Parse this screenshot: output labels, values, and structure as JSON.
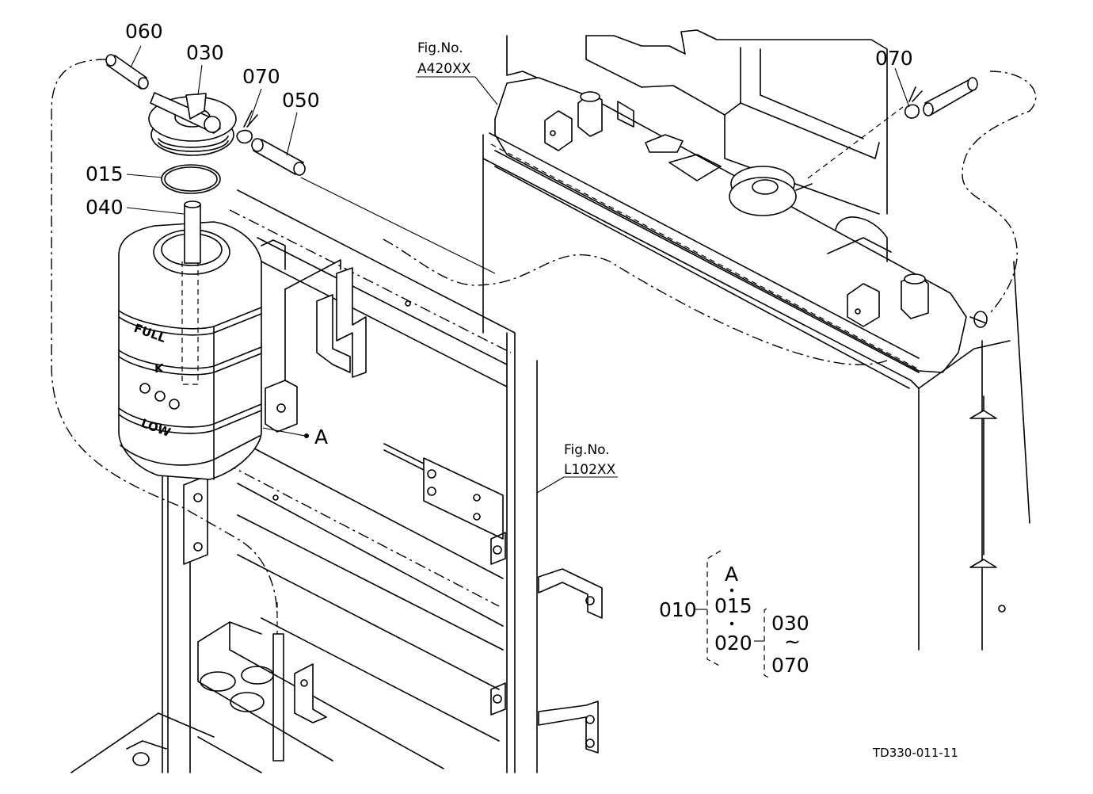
{
  "labels": {
    "p060": "060",
    "p030": "030",
    "p070a": "070",
    "p050": "050",
    "p015": "015",
    "p040": "040",
    "p070b": "070",
    "refA": "A",
    "tank_full": "FULL",
    "tank_low": "LOW",
    "tank_k": "K"
  },
  "figrefs": {
    "fig1_line1": "Fig.No.",
    "fig1_line2": "A420XX",
    "fig2_line1": "Fig.No.",
    "fig2_line2": "L102XX"
  },
  "tree": {
    "root": "010",
    "a": "A",
    "n015": "015",
    "n020": "020",
    "n030": "030",
    "tilde": "~",
    "n070": "070"
  },
  "drawing_id": "TD330-011-11"
}
